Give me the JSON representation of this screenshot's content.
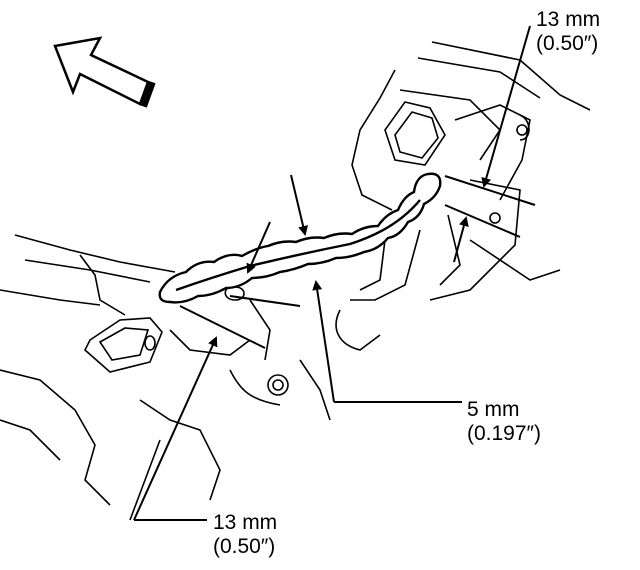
{
  "callouts": {
    "top_right": {
      "value": "13 mm",
      "imperial": "(0.50″)"
    },
    "middle_right": {
      "value": "5 mm",
      "imperial": "(0.197″)"
    },
    "bottom_left": {
      "value": "13 mm",
      "imperial": "(0.50″)"
    }
  }
}
